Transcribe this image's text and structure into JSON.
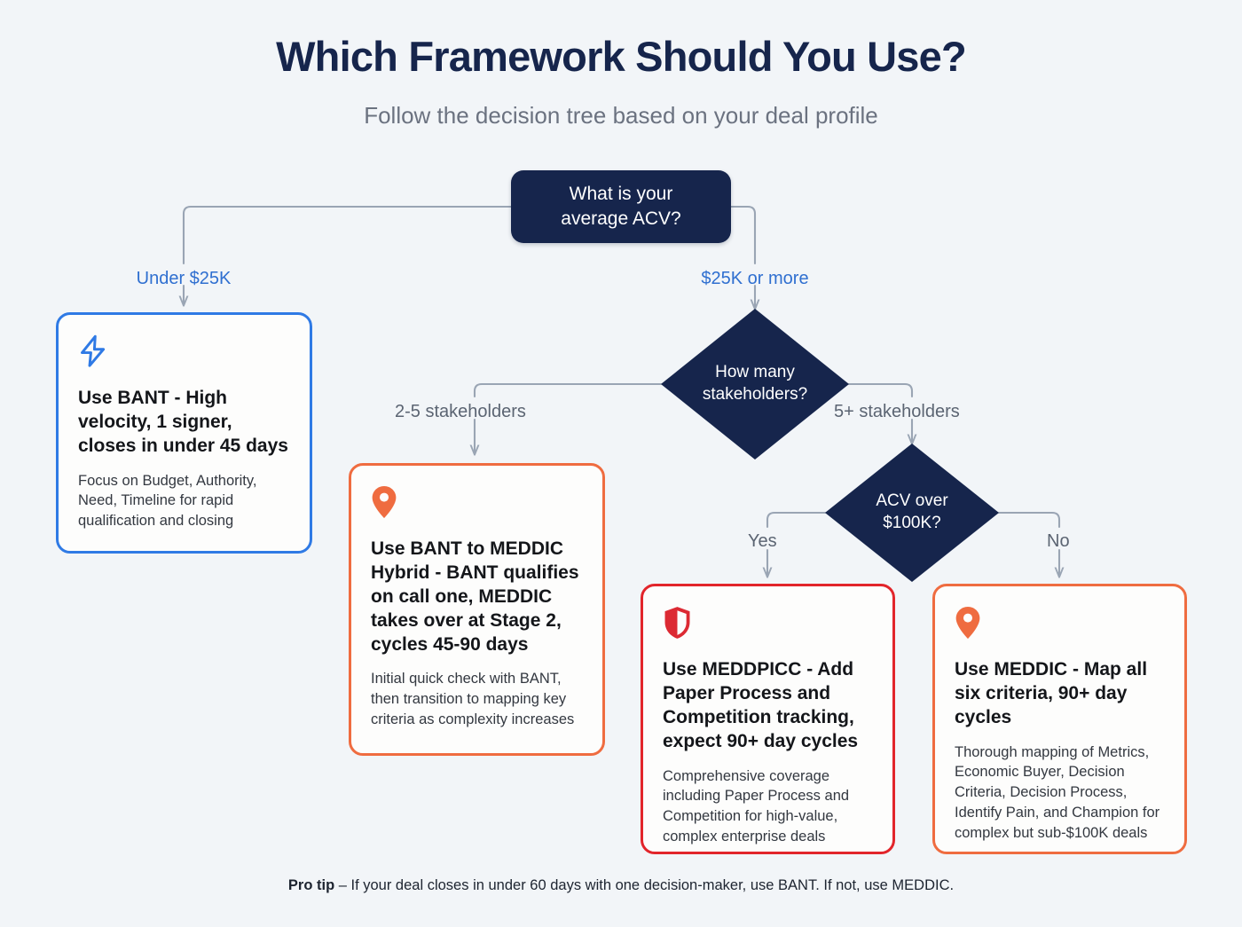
{
  "header": {
    "title": "Which Framework Should You Use?",
    "subtitle": "Follow the decision tree based on your deal profile"
  },
  "colors": {
    "background": "#f2f5f8",
    "navy": "#16254c",
    "blue_accent": "#2f6fd0",
    "orange_accent": "#ef6c40",
    "red_accent": "#e2252b",
    "connector": "#9aa5b4",
    "label_gray": "#5b6472"
  },
  "nodes": {
    "root": {
      "text": "What is your average ACV?",
      "line1": "What is your",
      "line2": "average ACV?"
    },
    "stakeholders": {
      "text": "How many stakeholders?",
      "line1": "How many",
      "line2": "stakeholders?"
    },
    "acv_100k": {
      "text": "ACV over $100K?",
      "line1": "ACV over",
      "line2": "$100K?"
    }
  },
  "edges": {
    "under_25k": "Under $25K",
    "over_25k": "$25K or more",
    "two_to_five": "2-5 stakeholders",
    "five_plus": "5+ stakeholders",
    "yes": "Yes",
    "no": "No"
  },
  "cards": [
    {
      "id": "bant",
      "icon": "lightning-bolt-icon",
      "accent": "#2f7ae5",
      "title": "Use BANT - High velocity, 1 signer, closes in under 45 days",
      "description": "Focus on Budget, Authority, Need, Timeline for rapid qualification and closing"
    },
    {
      "id": "bant-meddic-hybrid",
      "icon": "map-pin-icon",
      "accent": "#ef6c40",
      "title": "Use BANT to MEDDIC Hybrid - BANT qualifies on call one, MEDDIC takes over at Stage 2, cycles 45-90 days",
      "description": "Initial quick check with BANT, then transition to mapping key criteria as complexity increases"
    },
    {
      "id": "meddpicc",
      "icon": "shield-icon",
      "accent": "#e2252b",
      "title": "Use MEDDPICC - Add Paper Process and Competition tracking, expect 90+ day cycles",
      "description": "Comprehensive coverage including Paper Process and Competition for high-value, complex enterprise deals"
    },
    {
      "id": "meddic",
      "icon": "map-pin-icon",
      "accent": "#ef6c40",
      "title": "Use MEDDIC - Map all six criteria, 90+ day cycles",
      "description": "Thorough mapping of Metrics, Economic Buyer, Decision Criteria, Decision Process, Identify Pain, and Champion for complex but sub-$100K deals"
    }
  ],
  "footer": {
    "label": "Pro tip",
    "text": " – If your deal closes in under 60 days with one decision-maker, use BANT. If not, use MEDDIC."
  }
}
